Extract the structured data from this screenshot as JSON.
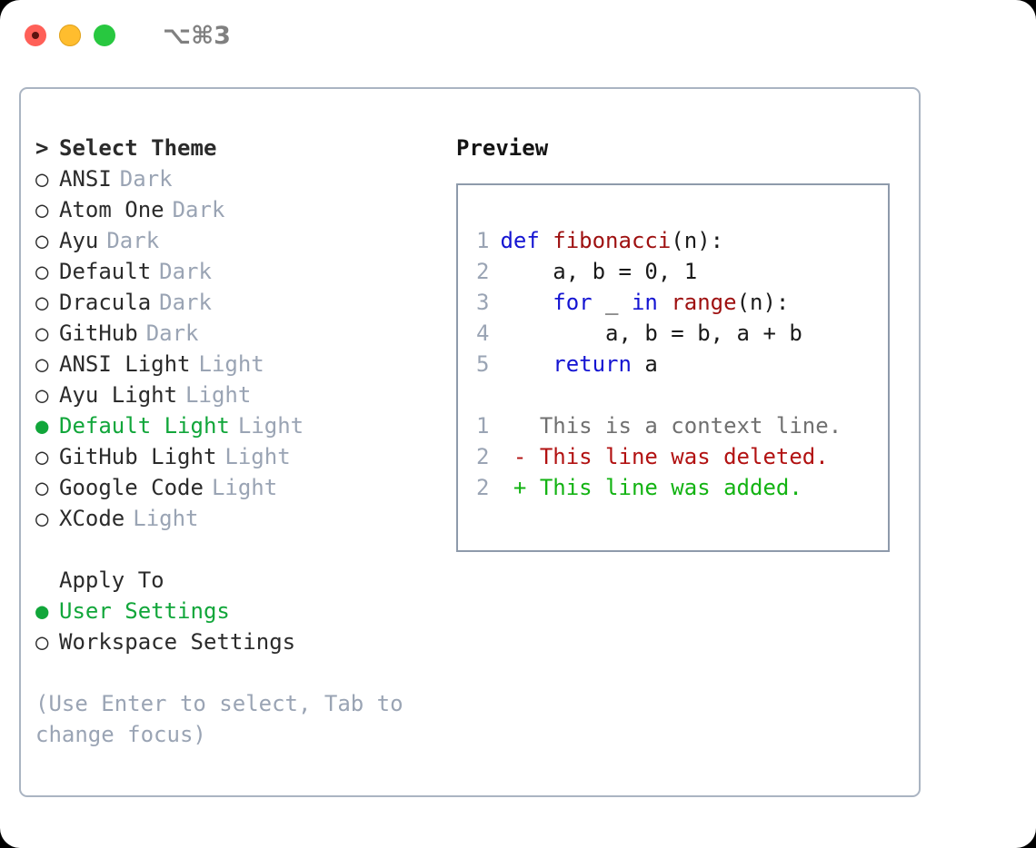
{
  "titlebar": {
    "shortcut": "⌥⌘3",
    "buttons": [
      {
        "name": "close",
        "color": "#ff6058"
      },
      {
        "name": "minimize",
        "color": "#ffbd2e"
      },
      {
        "name": "maximize",
        "color": "#28c840"
      }
    ]
  },
  "colors": {
    "selected_green": "#11a63a",
    "muted_gray": "#9aa4b4",
    "panel_border": "#aab4c2",
    "preview_border": "#8e9aab",
    "keyword_blue": "#1414d2",
    "function_red": "#9e1010",
    "diff_delete": "#b21212",
    "diff_add": "#13b313"
  },
  "theme_section": {
    "header_marker": ">",
    "header": "Select Theme",
    "items": [
      {
        "marker": "○",
        "label": "ANSI",
        "suffix": "Dark",
        "selected": false
      },
      {
        "marker": "○",
        "label": "Atom One",
        "suffix": "Dark",
        "selected": false
      },
      {
        "marker": "○",
        "label": "Ayu",
        "suffix": "Dark",
        "selected": false
      },
      {
        "marker": "○",
        "label": "Default",
        "suffix": "Dark",
        "selected": false
      },
      {
        "marker": "○",
        "label": "Dracula",
        "suffix": "Dark",
        "selected": false
      },
      {
        "marker": "○",
        "label": "GitHub",
        "suffix": "Dark",
        "selected": false
      },
      {
        "marker": "○",
        "label": "ANSI Light",
        "suffix": "Light",
        "selected": false
      },
      {
        "marker": "○",
        "label": "Ayu Light",
        "suffix": "Light",
        "selected": false
      },
      {
        "marker": "●",
        "label": "Default Light",
        "suffix": "Light",
        "selected": true
      },
      {
        "marker": "○",
        "label": "GitHub Light",
        "suffix": "Light",
        "selected": false
      },
      {
        "marker": "○",
        "label": "Google Code",
        "suffix": "Light",
        "selected": false
      },
      {
        "marker": "○",
        "label": "XCode",
        "suffix": "Light",
        "selected": false
      }
    ]
  },
  "apply_to_section": {
    "header": "Apply To",
    "items": [
      {
        "marker": "●",
        "label": "User Settings",
        "selected": true
      },
      {
        "marker": "○",
        "label": "Workspace Settings",
        "selected": false
      }
    ]
  },
  "hint": "(Use Enter to select, Tab to change focus)",
  "preview": {
    "title": "Preview",
    "code_lines": [
      {
        "number": "1",
        "tokens": [
          {
            "text": "def ",
            "type": "kw"
          },
          {
            "text": "fibonacci",
            "type": "fn"
          },
          {
            "text": "(n):",
            "type": "plain"
          }
        ]
      },
      {
        "number": "2",
        "tokens": [
          {
            "text": "    a, b = 0, 1",
            "type": "plain"
          }
        ]
      },
      {
        "number": "3",
        "tokens": [
          {
            "text": "    ",
            "type": "plain"
          },
          {
            "text": "for",
            "type": "kw"
          },
          {
            "text": " _ ",
            "type": "plain"
          },
          {
            "text": "in",
            "type": "kw"
          },
          {
            "text": " ",
            "type": "plain"
          },
          {
            "text": "range",
            "type": "fn2"
          },
          {
            "text": "(n):",
            "type": "plain"
          }
        ]
      },
      {
        "number": "4",
        "tokens": [
          {
            "text": "        a, b = b, a + b",
            "type": "plain"
          }
        ]
      },
      {
        "number": "5",
        "tokens": [
          {
            "text": "    ",
            "type": "plain"
          },
          {
            "text": "return",
            "type": "kw"
          },
          {
            "text": " a",
            "type": "plain"
          }
        ]
      }
    ],
    "diff_lines": [
      {
        "number": "1",
        "sign": " ",
        "text": "This is a context line.",
        "kind": "context"
      },
      {
        "number": "2",
        "sign": "-",
        "text": "This line was deleted.",
        "kind": "delete"
      },
      {
        "number": "2",
        "sign": "+",
        "text": "This line was added.",
        "kind": "add"
      }
    ]
  }
}
